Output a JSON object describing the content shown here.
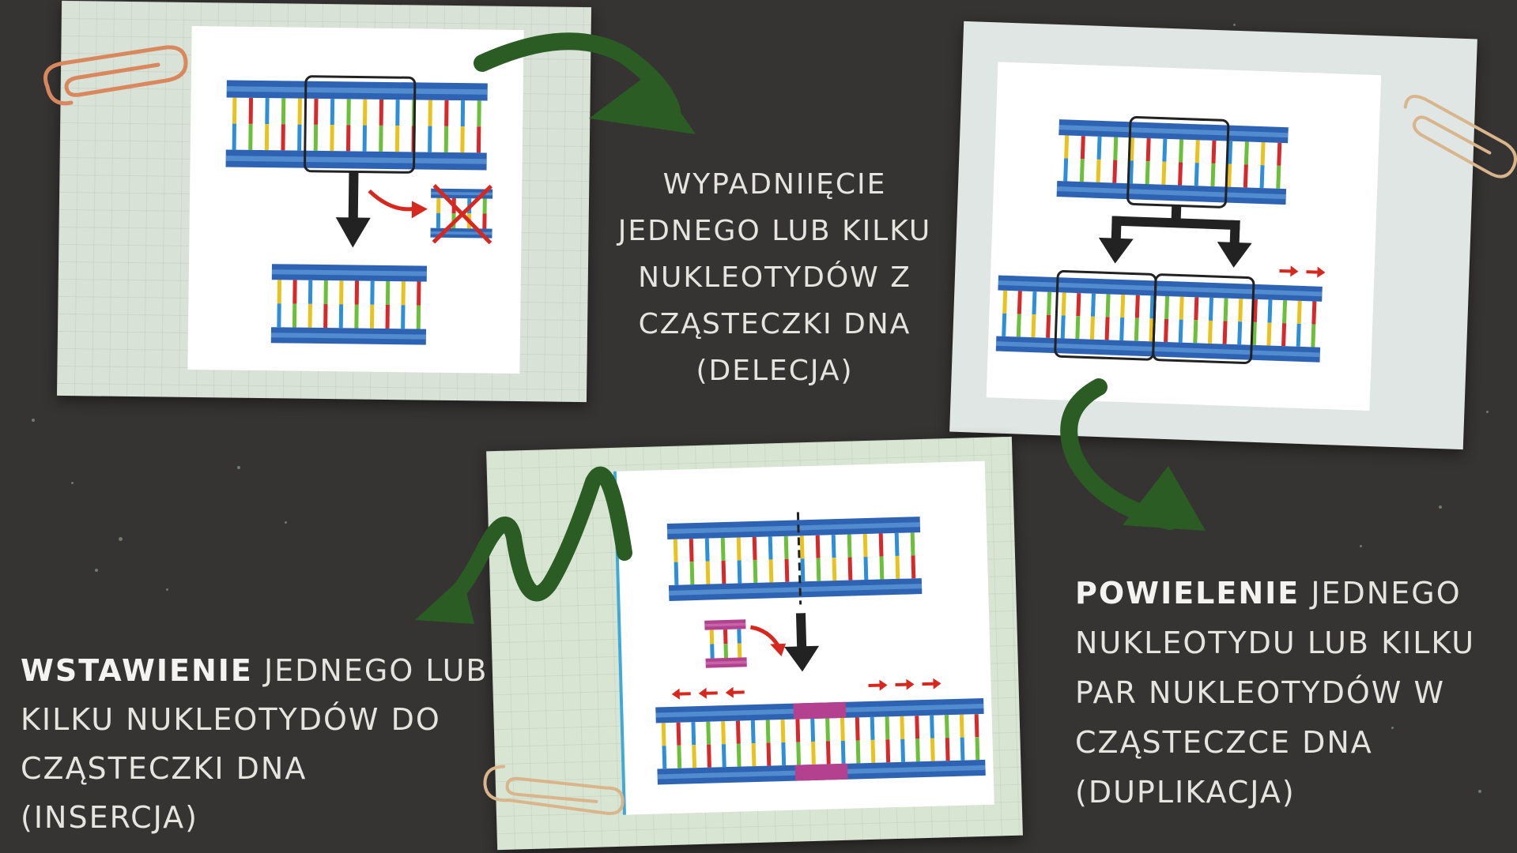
{
  "colors": {
    "background": "#363432",
    "strand_blue": "#2e63b4",
    "strand_light": "#6aa7e0",
    "arrow_green": "#2a5c24",
    "insert_magenta": "#b3418f",
    "pointer_red": "#d7281f",
    "text": "#e6e4df"
  },
  "captions": {
    "delecja": {
      "lines": [
        "WYPADNIIĘCIE",
        "JEDNEGO LUB KILKU",
        "NUKLEOTYDÓW Z",
        "CZĄSTECZKI DNA",
        "(DELECJA)"
      ]
    },
    "duplikacja": {
      "bold": "POWIELENIE",
      "line1_rest": " JEDNEGO",
      "lines": [
        "NUKLEOTYDU LUB KILKU",
        "PAR NUKLEOTYDÓW W",
        "CZĄSTECZCE DNA",
        "(DUPLIKACJA)"
      ]
    },
    "insercja": {
      "bold": "WSTAWIENIE",
      "line1_rest": " JEDNEGO LUB",
      "lines": [
        "KILKU NUKLEOTYDÓW DO",
        "CZĄSTECZKI DNA",
        "(INSERCJA)"
      ]
    }
  },
  "icons": [
    "paperclip-icon",
    "curved-arrow-icon",
    "zigzag-arrow-icon",
    "cross-icon"
  ]
}
